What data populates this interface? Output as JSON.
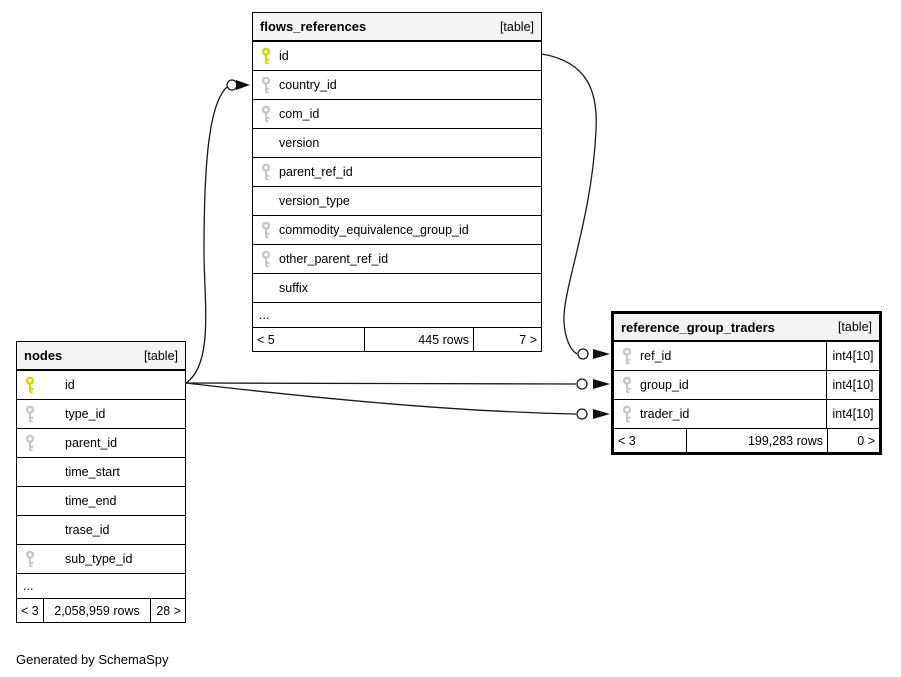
{
  "diagram": {
    "tool_note": "Generated by SchemaSpy",
    "colors": {
      "primary_key_icon": "#d6d600",
      "foreign_key_icon": "#c6c6c6",
      "header_background": "#f4f4f4",
      "border": "#000000"
    }
  },
  "tables": [
    {
      "name": "flows_references",
      "badge": "[table]",
      "columns": [
        {
          "label": "id",
          "key": "primary"
        },
        {
          "label": "country_id",
          "key": "foreign"
        },
        {
          "label": "com_id",
          "key": "foreign"
        },
        {
          "label": "version",
          "key": "none"
        },
        {
          "label": "parent_ref_id",
          "key": "foreign"
        },
        {
          "label": "version_type",
          "key": "none"
        },
        {
          "label": "commodity_equivalence_group_id",
          "key": "foreign"
        },
        {
          "label": "other_parent_ref_id",
          "key": "foreign"
        },
        {
          "label": "suffix",
          "key": "none"
        }
      ],
      "ellipsis": "...",
      "footer": {
        "prev": "< 5",
        "rows": "445 rows",
        "next": "7 >"
      }
    },
    {
      "name": "nodes",
      "badge": "[table]",
      "columns": [
        {
          "label": "id",
          "key": "primary"
        },
        {
          "label": "type_id",
          "key": "foreign"
        },
        {
          "label": "parent_id",
          "key": "foreign"
        },
        {
          "label": "time_start",
          "key": "none"
        },
        {
          "label": "time_end",
          "key": "none"
        },
        {
          "label": "trase_id",
          "key": "none"
        },
        {
          "label": "sub_type_id",
          "key": "foreign"
        }
      ],
      "ellipsis": "...",
      "footer": {
        "prev": "< 3",
        "rows": "2,058,959 rows",
        "next": "28 >"
      }
    },
    {
      "name": "reference_group_traders",
      "badge": "[table]",
      "columns": [
        {
          "label": "ref_id",
          "key": "foreign",
          "type": "int4[10]"
        },
        {
          "label": "group_id",
          "key": "foreign",
          "type": "int4[10]"
        },
        {
          "label": "trader_id",
          "key": "foreign",
          "type": "int4[10]"
        }
      ],
      "footer": {
        "prev": "< 3",
        "rows": "199,283 rows",
        "next": "0 >"
      }
    }
  ],
  "relationships": [
    {
      "from": "flows_references.id",
      "to": "reference_group_traders.ref_id"
    },
    {
      "from": "nodes.id",
      "to": "flows_references.country_id"
    },
    {
      "from": "nodes.id",
      "to": "reference_group_traders.group_id"
    },
    {
      "from": "nodes.id",
      "to": "reference_group_traders.trader_id"
    }
  ]
}
